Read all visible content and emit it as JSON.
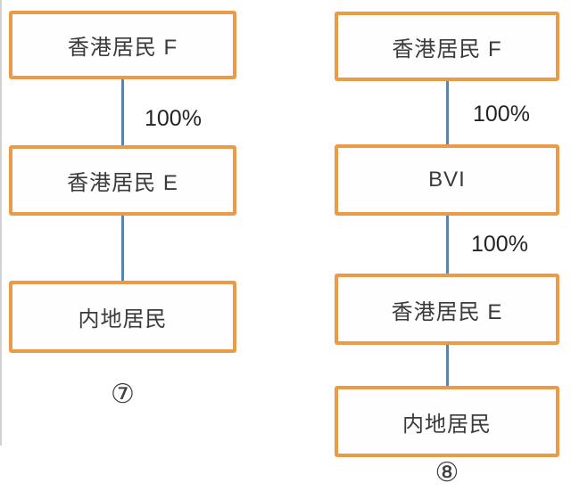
{
  "colors": {
    "page_bg": "#ffffff",
    "box_border": "#ED9A47",
    "box_fill": "#fefefe",
    "connector": "#5b84ad",
    "text": "#3a3a3a"
  },
  "diagrams": [
    {
      "id": "structure-7",
      "caption": "⑦",
      "nodes": [
        {
          "label": "香港居民 F"
        },
        {
          "label": "香港居民 E"
        },
        {
          "label": "内地居民"
        }
      ],
      "edges": [
        {
          "from": "香港居民 F",
          "to": "香港居民 E",
          "label": "100%"
        },
        {
          "from": "香港居民 E",
          "to": "内地居民",
          "label": ""
        }
      ]
    },
    {
      "id": "structure-8",
      "caption": "⑧",
      "nodes": [
        {
          "label": "香港居民 F"
        },
        {
          "label": "BVI"
        },
        {
          "label": "香港居民 E"
        },
        {
          "label": "内地居民"
        }
      ],
      "edges": [
        {
          "from": "香港居民 F",
          "to": "BVI",
          "label": "100%"
        },
        {
          "from": "BVI",
          "to": "香港居民 E",
          "label": "100%"
        },
        {
          "from": "香港居民 E",
          "to": "内地居民",
          "label": ""
        }
      ]
    }
  ]
}
